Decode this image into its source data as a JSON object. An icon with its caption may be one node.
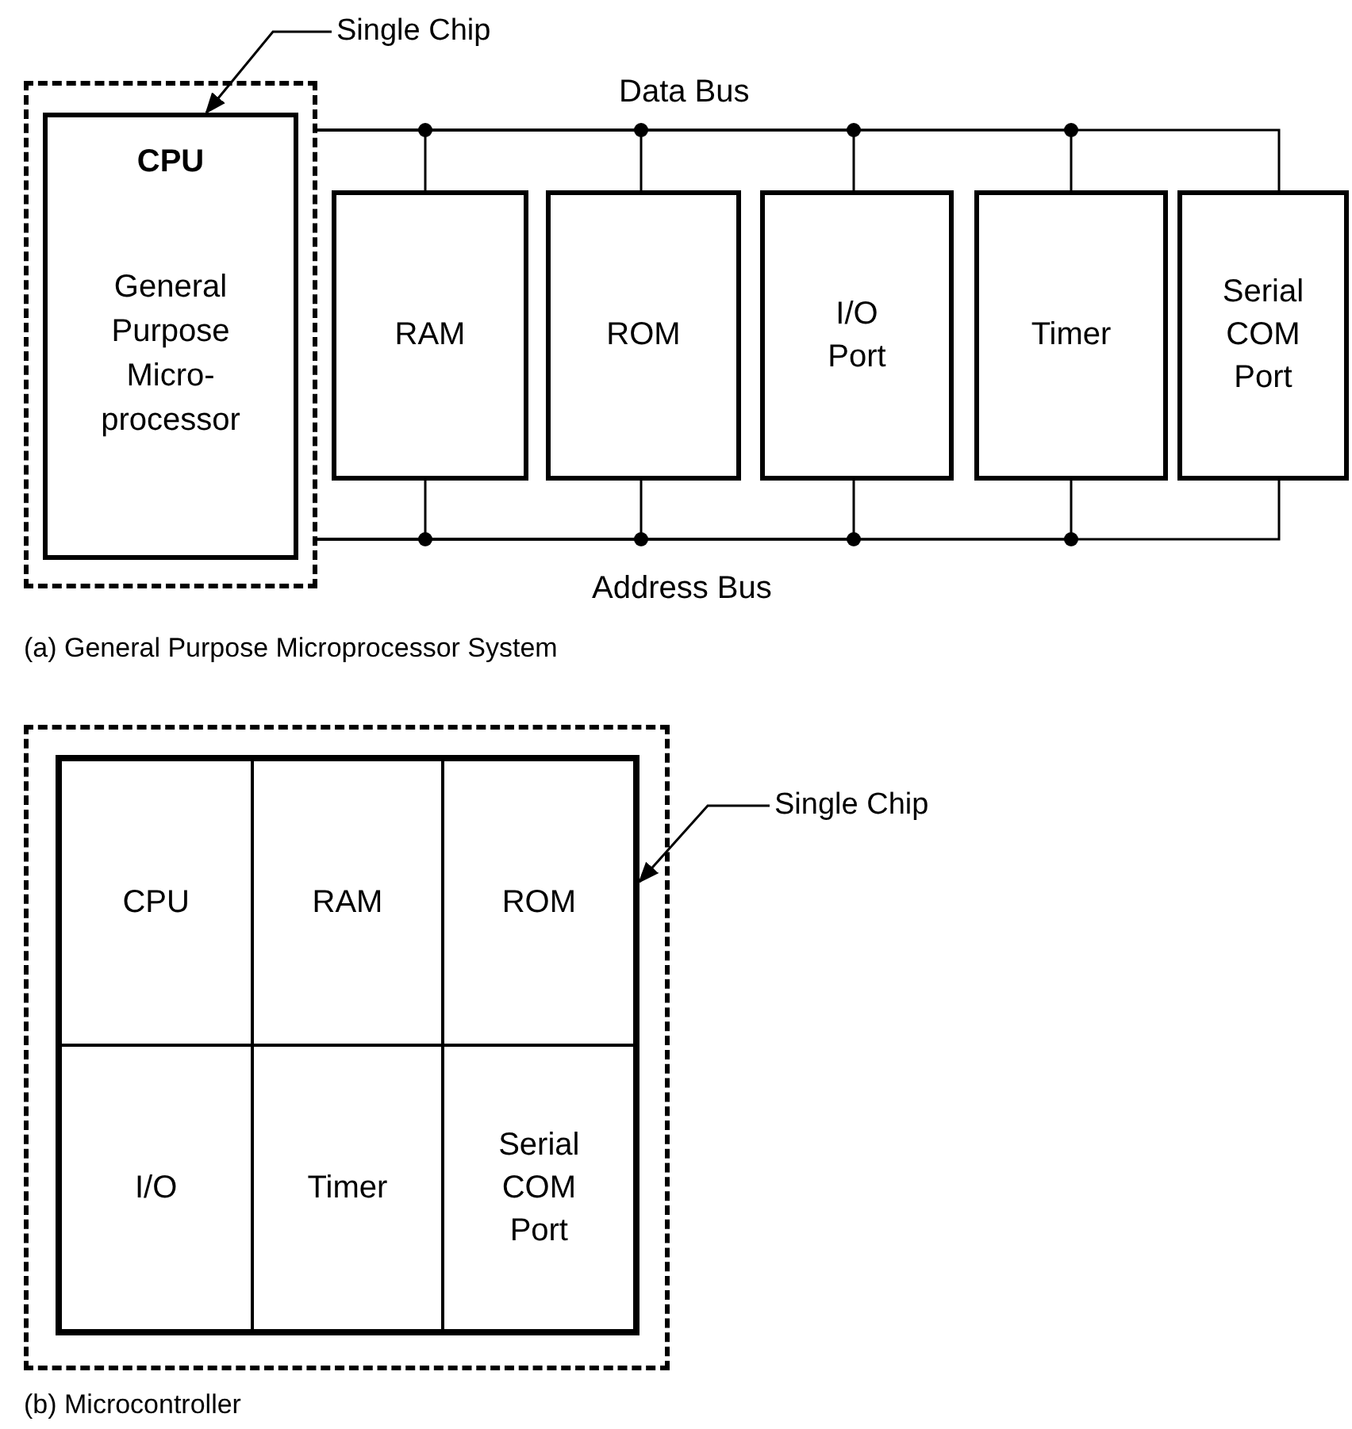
{
  "diagram": {
    "nodes": [
      {
        "text": [],
        "shape": "box"
      },
      {
        "text": [
          "CPU",
          "General Purpose Micro-processor"
        ],
        "in": 0
      },
      {
        "text": [
          "Single Chip"
        ]
      },
      {
        "text": [
          "RAM"
        ]
      },
      {
        "text": [
          "ROM"
        ]
      },
      {
        "text": [
          "I/O Port"
        ]
      },
      {
        "text": [
          "Timer"
        ]
      },
      {
        "text": [
          "Serial COM Port"
        ]
      },
      {
        "text": [],
        "shape": "box"
      },
      {
        "text": [],
        "shape": "box",
        "in": 8
      },
      {
        "text": [
          "CPU"
        ],
        "in": 9
      },
      {
        "text": [
          "RAM"
        ],
        "in": 9
      },
      {
        "text": [
          "ROM"
        ],
        "in": 9
      },
      {
        "text": [
          "I/O"
        ],
        "in": 9
      },
      {
        "text": [
          "Timer"
        ],
        "in": 9
      },
      {
        "text": [
          "Serial COM Port"
        ],
        "in": 9
      },
      {
        "text": [
          "Single Chip"
        ]
      }
    ],
    "edges": [
      {
        "from": 0,
        "to": 3,
        "arrow": "none"
      },
      {
        "from": 0,
        "to": 4,
        "arrow": "none"
      },
      {
        "from": 0,
        "to": 5,
        "arrow": "none"
      },
      {
        "from": 0,
        "to": 6,
        "arrow": "none"
      },
      {
        "from": 0,
        "to": 7,
        "arrow": "none"
      },
      {
        "from": 0,
        "to": 3,
        "arrow": "none"
      },
      {
        "from": 0,
        "to": 4,
        "arrow": "none"
      },
      {
        "from": 0,
        "to": 5,
        "arrow": "none"
      },
      {
        "from": 0,
        "to": 6,
        "arrow": "none"
      },
      {
        "from": 0,
        "to": 7,
        "arrow": "none"
      },
      {
        "from": 2,
        "to": 1,
        "arrow": "to"
      },
      {
        "from": 16,
        "to": 9,
        "arrow": "to"
      }
    ],
    "labels": [
      "Data Bus",
      "Address Bus",
      "(a) General Purpose Microprocessor System",
      "(b) Microcontroller"
    ]
  }
}
